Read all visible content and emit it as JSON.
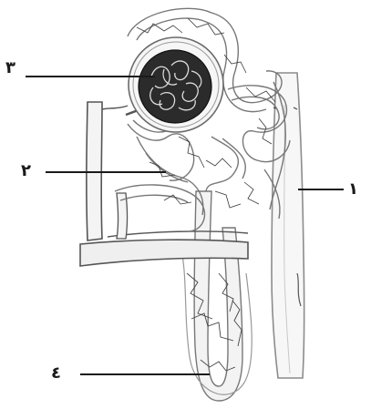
{
  "labels": {
    "one": "١",
    "two": "٢",
    "three": "٣",
    "four": "٤"
  },
  "colors": {
    "ink": "#1a1a1a",
    "glomerulus": "#2a2a2a",
    "capsule": "#8a8a8a",
    "vessel": "#9a9a9a",
    "tubule": "#d9d9d9",
    "paper": "#ffffff"
  },
  "icons": {
    "glomerulus": "glomerulus-icon",
    "bowman_capsule": "bowman-capsule-icon",
    "collecting_duct": "collecting-duct-icon",
    "loop_of_henle": "loop-of-henle-icon",
    "convoluted_tubule": "convoluted-tubule-icon",
    "blood_vessels": "blood-vessels-icon"
  }
}
